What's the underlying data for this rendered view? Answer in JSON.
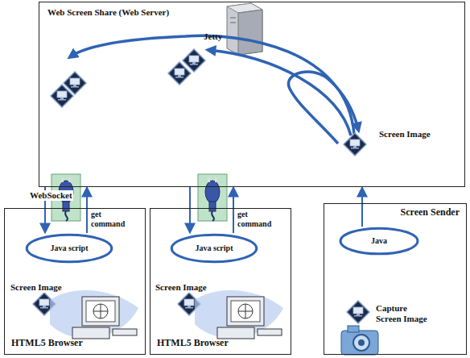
{
  "diagram": {
    "nodes": [
      {
        "text": [
          "Web Screen Share (Web Server)",
          "Jetty"
        ]
      },
      {
        "text": [
          "HTML5 Browser"
        ]
      },
      {
        "text": [
          "Java script"
        ],
        "in": 1
      },
      {
        "text": [
          "HTML5 Browser"
        ]
      },
      {
        "text": [
          "Java script"
        ],
        "in": 3
      },
      {
        "text": [
          "Screen Sender"
        ]
      },
      {
        "text": [
          "Java"
        ],
        "in": 5
      }
    ],
    "edges": [
      {
        "from": 0,
        "to": 2,
        "arrow": "to"
      },
      {
        "from": 2,
        "to": 0,
        "arrow": "to",
        "label": "get command"
      },
      {
        "from": 0,
        "to": 4,
        "arrow": "to"
      },
      {
        "from": 4,
        "to": 0,
        "arrow": "to",
        "label": "get command"
      },
      {
        "from": 6,
        "to": 0,
        "arrow": "to"
      }
    ],
    "labels": [
      "Screen Image",
      "WebSocket",
      "Screen Image",
      "Screen Image",
      "Capture Screen Image"
    ]
  }
}
